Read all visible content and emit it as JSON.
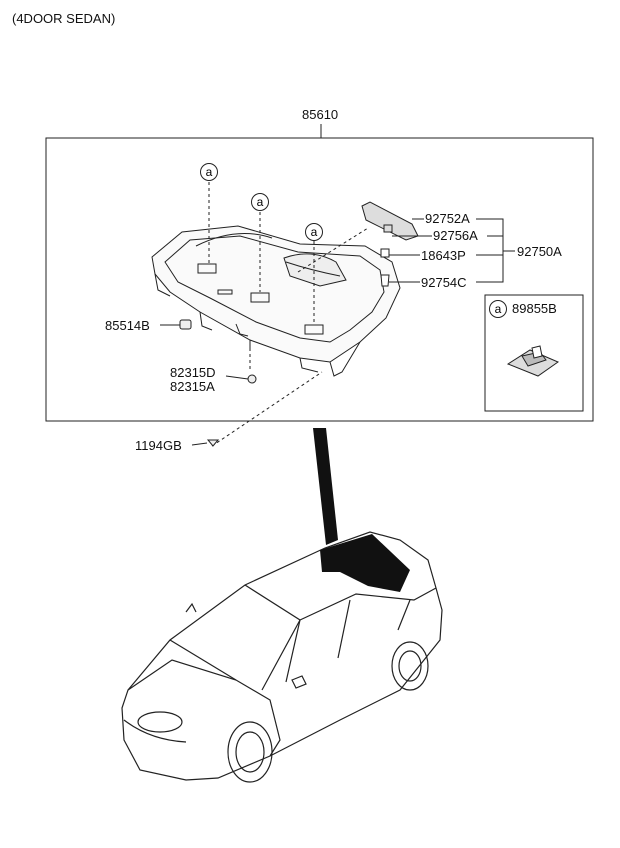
{
  "title": "(4DOOR SEDAN)",
  "assembly_part": "85610",
  "callout_letter": "a",
  "parts": {
    "p92752A": "92752A",
    "p92756A": "92756A",
    "p92750A": "92750A",
    "p18643P": "18643P",
    "p92754C": "92754C",
    "p85514B": "85514B",
    "p82315D": "82315D",
    "p82315A": "82315A",
    "p1194GB": "1194GB",
    "p89855B": "89855B"
  }
}
